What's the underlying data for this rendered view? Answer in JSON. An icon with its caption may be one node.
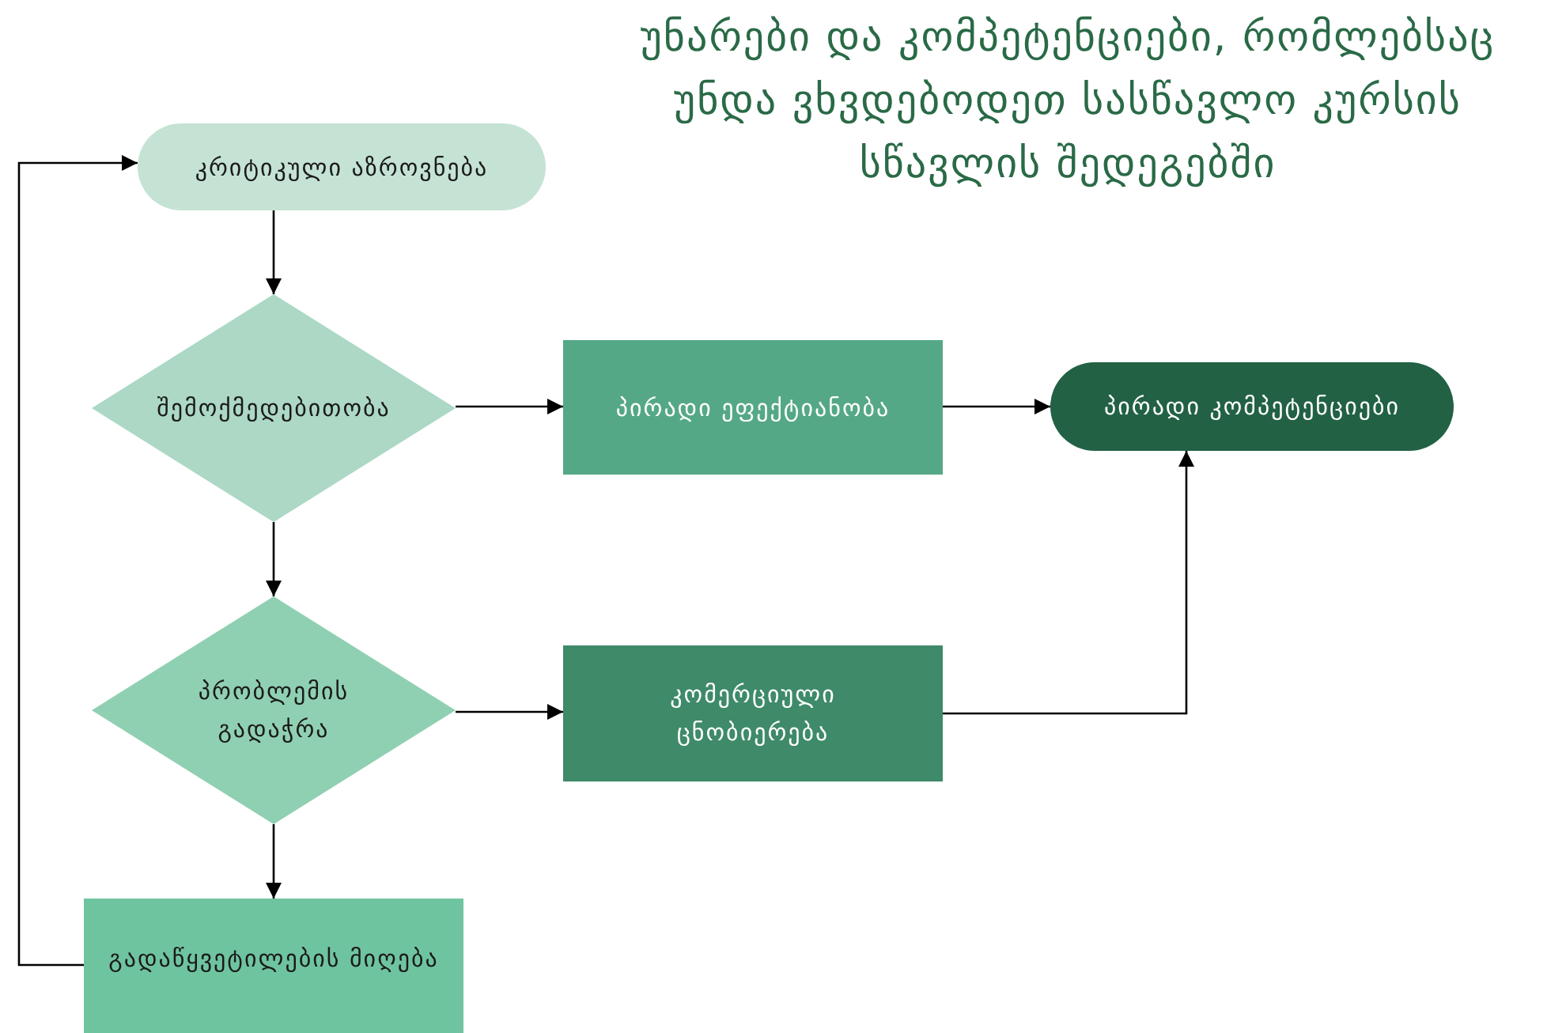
{
  "diagram": {
    "title": "უნარები და კომპეტენციები, რომლებსაც უნდა ვხვდებოდეთ სასწავლო კურსის სწავლის შედეგებში",
    "nodes": [
      {
        "text": [
          "კრიტიკული აზროვნება"
        ]
      },
      {
        "text": [
          "შემოქმედებითობა"
        ]
      },
      {
        "text": [
          "პირადი ეფექტიანობა"
        ]
      },
      {
        "text": [
          "პირადი კომპეტენციები"
        ]
      },
      {
        "text": [
          "პრობლემის გადაჭრა"
        ]
      },
      {
        "text": [
          "კომერციული ცნობიერება"
        ]
      },
      {
        "text": [
          "გადაწყვეტილების მიღება"
        ]
      }
    ],
    "edges": [
      {
        "from": 0,
        "to": 1,
        "arrow": "to"
      },
      {
        "from": 1,
        "to": 2,
        "arrow": "to"
      },
      {
        "from": 2,
        "to": 3,
        "arrow": "to"
      },
      {
        "from": 1,
        "to": 4,
        "arrow": "to"
      },
      {
        "from": 4,
        "to": 5,
        "arrow": "to"
      },
      {
        "from": 5,
        "to": 3,
        "arrow": "to"
      },
      {
        "from": 4,
        "to": 6,
        "arrow": "to"
      },
      {
        "from": 6,
        "to": 0,
        "arrow": "to"
      }
    ]
  }
}
